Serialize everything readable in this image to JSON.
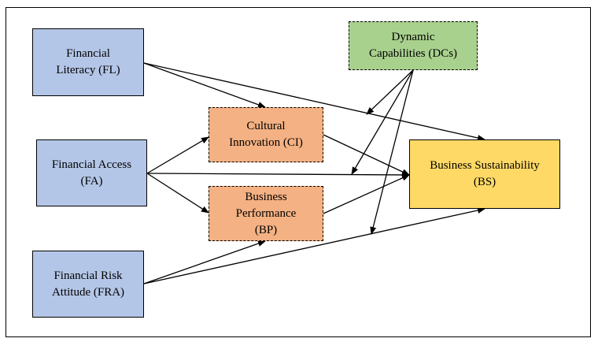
{
  "nodes": {
    "fl": {
      "line1": "Financial",
      "line2": "Literacy (FL)"
    },
    "fa": {
      "line1": "Financial Access",
      "line2": "(FA)"
    },
    "fra": {
      "line1": "Financial Risk",
      "line2": "Attitude (FRA)"
    },
    "ci": {
      "line1": "Cultural",
      "line2": "Innovation (CI)"
    },
    "bp": {
      "line1": "Business",
      "line2": "Performance",
      "line3": "(BP)"
    },
    "dc": {
      "line1": "Dynamic",
      "line2": "Capabilities (DCs)"
    },
    "bs": {
      "line1": "Business Sustainability",
      "line2": "(BS)"
    }
  },
  "colors": {
    "independent": "#b4c6e7",
    "mediator": "#f4b183",
    "moderator": "#a9d18e",
    "outcome": "#ffd966"
  }
}
